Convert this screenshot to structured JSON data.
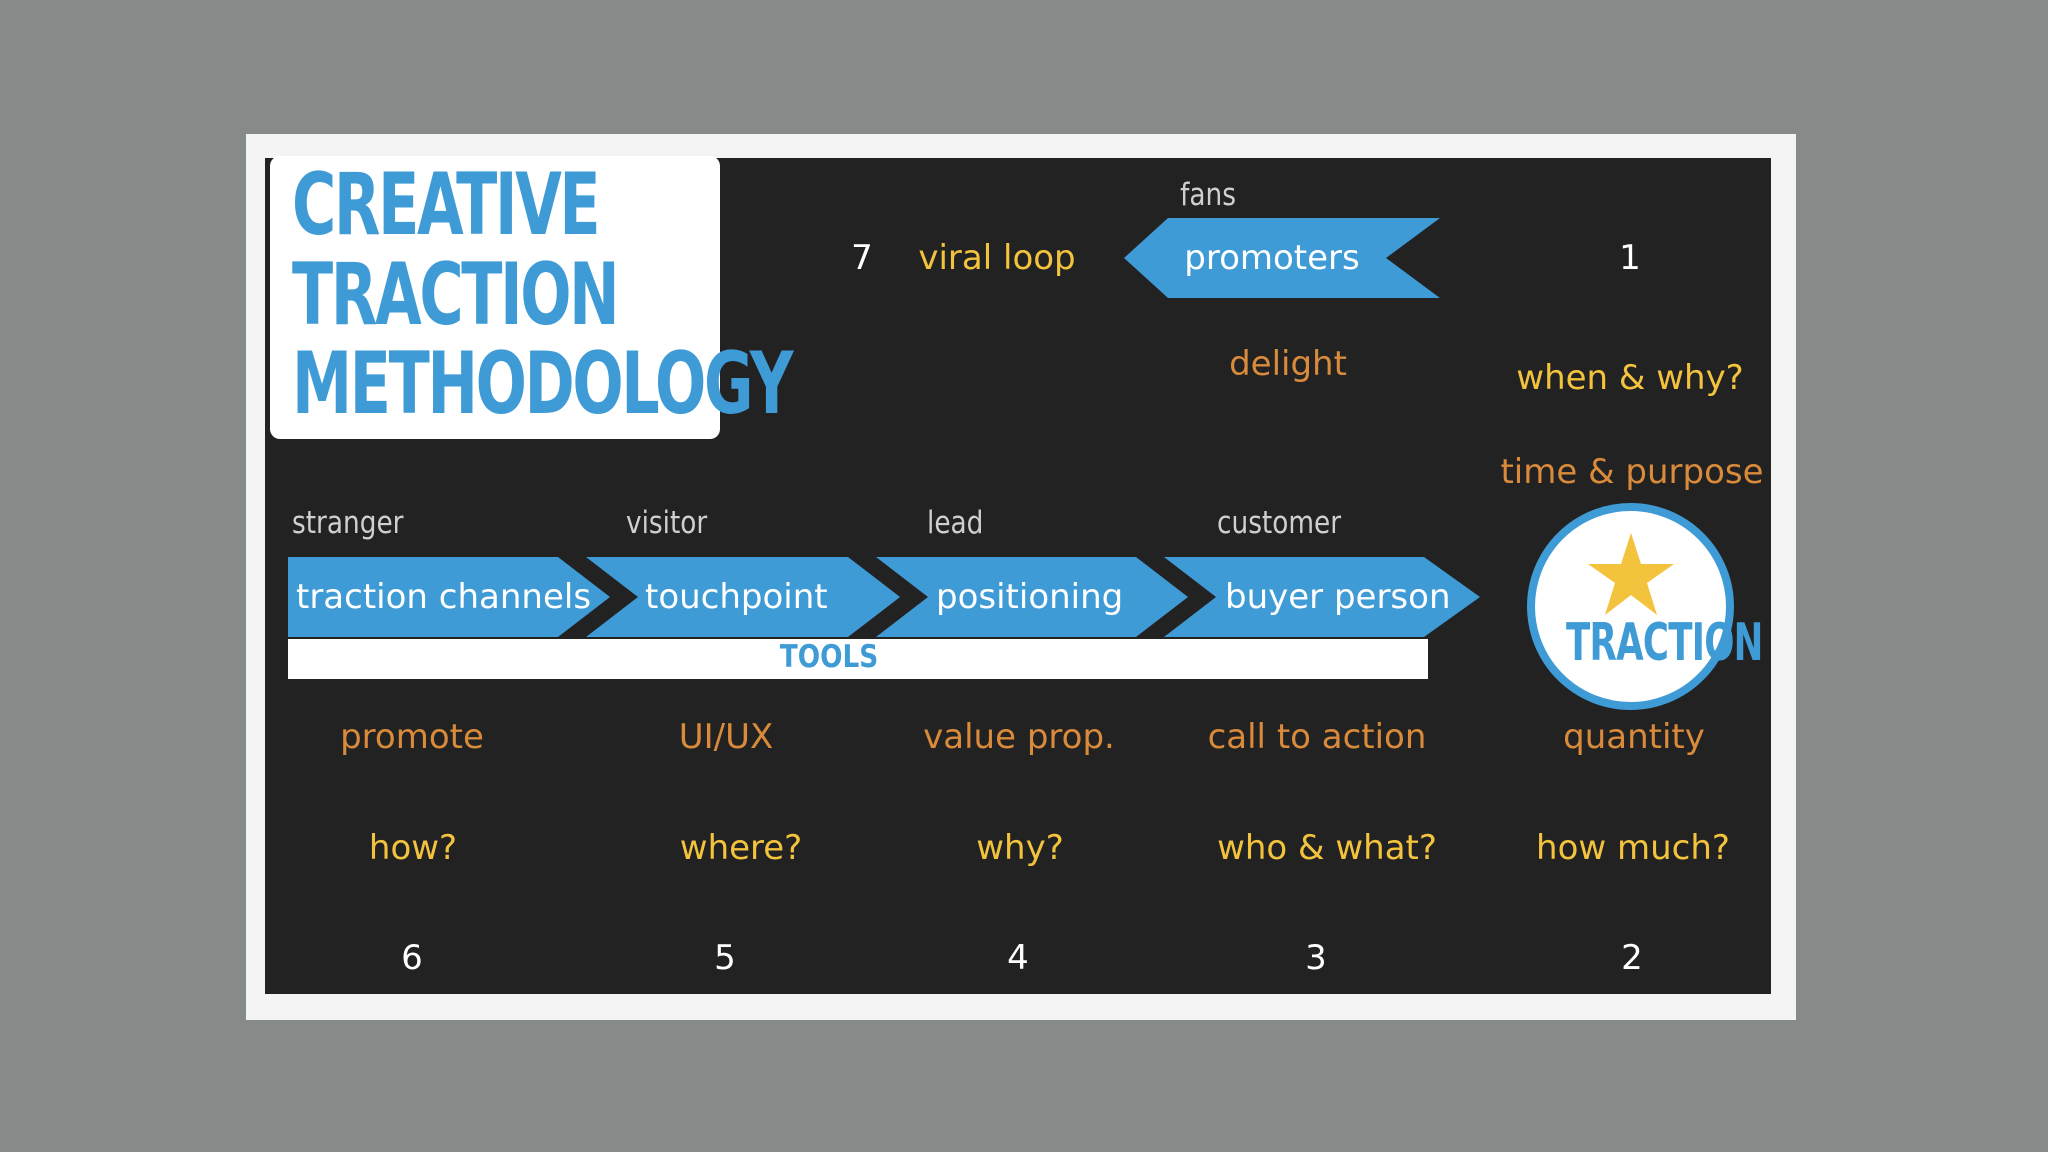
{
  "title": [
    "CREATIVE",
    "TRACTION",
    "METHODOLOGY"
  ],
  "top": {
    "step_seven": "7",
    "viral_loop": "viral loop",
    "fans": "fans",
    "promoters": "promoters",
    "delight": "delight",
    "step_one": "1",
    "when_why": "when & why?",
    "time_purpose": "time & purpose"
  },
  "stages": [
    {
      "role": "stranger",
      "label": "traction channels",
      "action": "promote",
      "question": "how?",
      "step": "6"
    },
    {
      "role": "visitor",
      "label": "touchpoint",
      "action": "UI/UX",
      "question": "where?",
      "step": "5"
    },
    {
      "role": "lead",
      "label": "positioning",
      "action": "value prop.",
      "question": "why?",
      "step": "4"
    },
    {
      "role": "customer",
      "label": "buyer person",
      "action": "call to action",
      "question": "who & what?",
      "step": "3"
    }
  ],
  "traction": {
    "badge": "TRACTION",
    "action": "quantity",
    "question": "how much?",
    "step": "2"
  },
  "tools": "TOOLS",
  "colors": {
    "blue": "#3f9bd6",
    "board": "#222222",
    "yellow": "#f3c33d",
    "orange": "#d98a3a",
    "star": "#f3c33d"
  }
}
